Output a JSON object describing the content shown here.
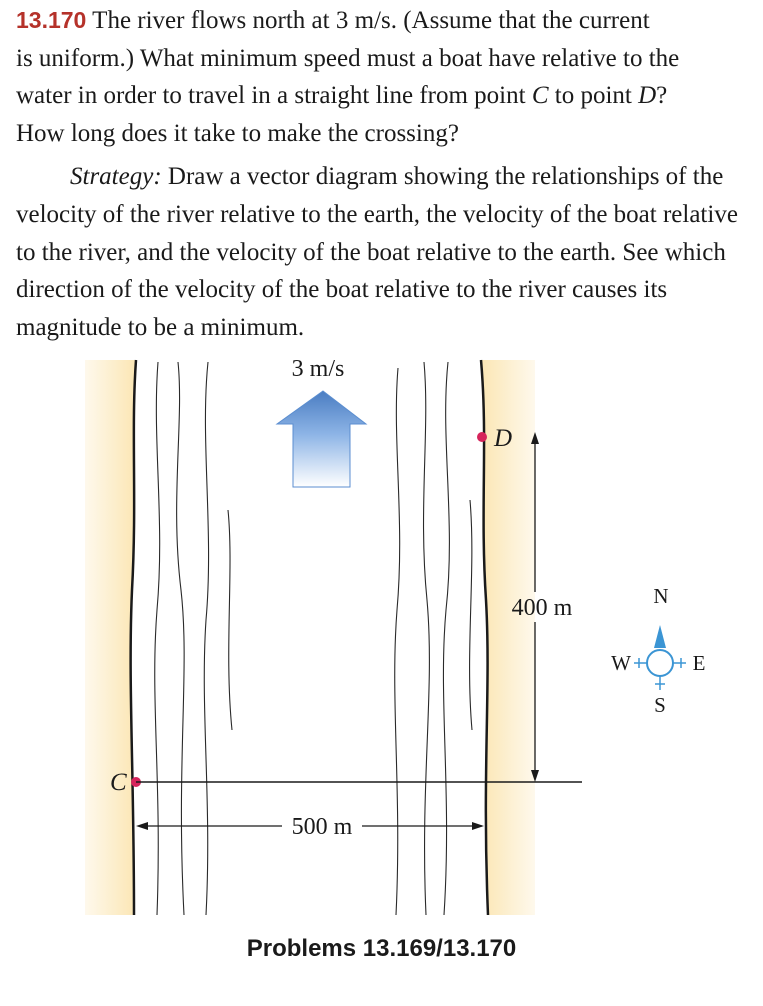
{
  "problem": {
    "number": "13.170",
    "lines": [
      "The river flows north at 3 m/s. (Assume that the current",
      "is uniform.) What minimum speed must a boat have relative to the",
      "water in order to travel in a straight line from point",
      "C",
      "to point",
      "D",
      "?",
      "How long does it take to make the crossing?"
    ]
  },
  "strategy": {
    "label": "Strategy:",
    "text": "Draw a vector diagram showing the relationships of the velocity of the river relative to the earth, the velocity of the boat relative to the river, and the velocity of the boat relative to the earth. See which direction of the velocity of the boat relative to the river causes its magnitude to be a minimum."
  },
  "figure": {
    "flow_label": "3 m/s",
    "point_c": "C",
    "point_d": "D",
    "vertical_distance": "400 m",
    "horizontal_distance": "500 m",
    "compass": {
      "north": "N",
      "south": "S",
      "east": "E",
      "west": "W"
    },
    "colors": {
      "bank": "#fbe6b4",
      "point": "#d6245b",
      "arrow": "#5b8ed0",
      "compass": "#3b95d4"
    }
  },
  "caption": "Problems 13.169/13.170"
}
